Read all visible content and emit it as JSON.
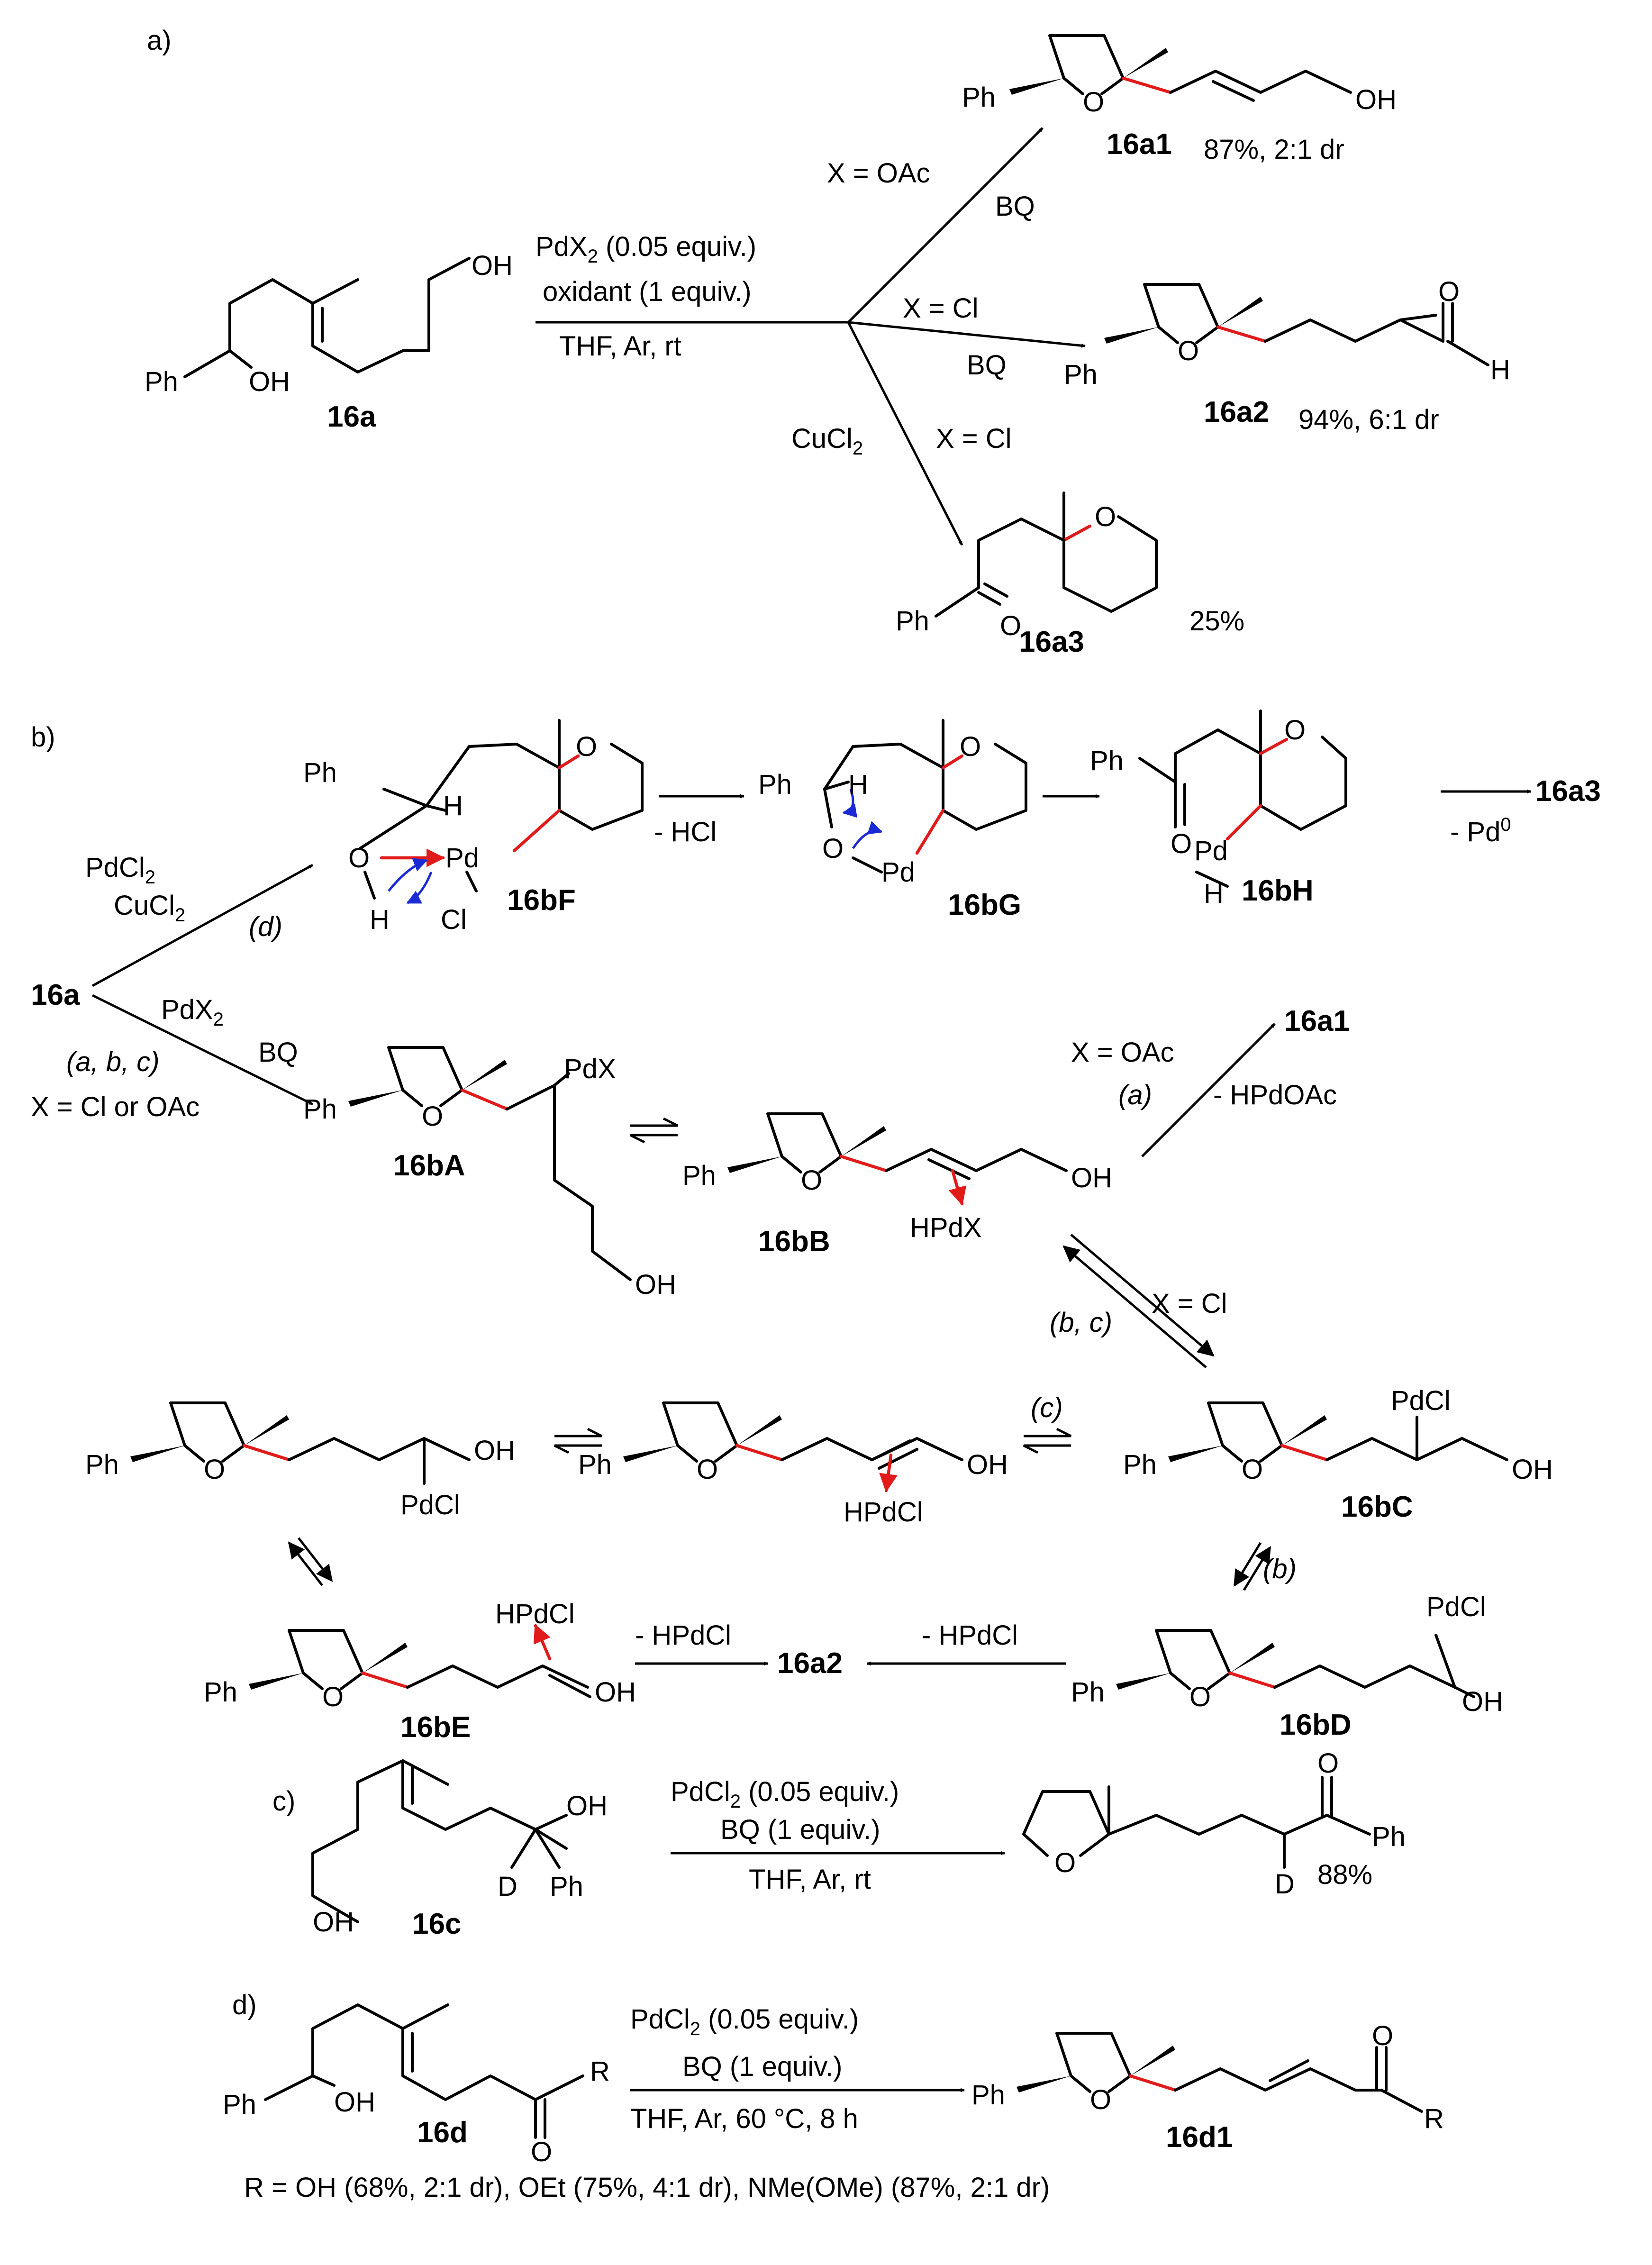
{
  "panels": {
    "a": "a)",
    "b": "b)",
    "c": "c)",
    "d": "d)"
  },
  "atoms": {
    "Ph": "Ph",
    "O": "O",
    "OH": "OH",
    "H": "H",
    "D": "D",
    "R": "R",
    "Pd": "Pd",
    "Cl": "Cl",
    "PdCl": "PdCl",
    "PdX": "PdX",
    "HPdX": "HPdX",
    "HPdCl": "HPdCl"
  },
  "compounds": {
    "c16a": "16a",
    "c16a1": "16a1",
    "c16a2": "16a2",
    "c16a3": "16a3",
    "c16bA": "16bA",
    "c16bB": "16bB",
    "c16bC": "16bC",
    "c16bD": "16bD",
    "c16bE": "16bE",
    "c16bF": "16bF",
    "c16bG": "16bG",
    "c16bH": "16bH",
    "c16c": "16c",
    "c16d": "16d",
    "c16d1": "16d1"
  },
  "yields": {
    "y16a1": "87%, 2:1 dr",
    "y16a2": "94%, 6:1 dr",
    "y16a3": "25%",
    "yc": "88%",
    "yd": "R = OH (68%, 2:1 dr), OEt (75%, 4:1 dr), NMe(OMe) (87%, 2:1 dr)"
  },
  "conditions": {
    "a_cat_pre": "PdX",
    "a_cat_sub": "2",
    "a_cat_post": " (0.05 equiv.)",
    "a_oxidant": "oxidant (1 equiv.)",
    "a_solvent": "THF,  Ar,  rt",
    "a_x_oac": "X = OAc",
    "a_bq": "BQ",
    "a_x_cl": "X = Cl",
    "a_cucl2_pre": "CuCl",
    "a_cucl2_sub": "2",
    "b_pdcl2_pre": "PdCl",
    "b_pdcl2_sub": "2",
    "b_cucl2_pre": "CuCl",
    "b_cucl2_sub": "2",
    "b_d": "(d)",
    "b_pdx2_pre": "PdX",
    "b_pdx2_sub": "2",
    "b_bq": "BQ",
    "b_abc": "(a, b, c)",
    "b_xcloac": "X = Cl or OAc",
    "b_hcl": "- HCl",
    "b_pd0_pre": "- Pd",
    "b_pd0_sup": "0",
    "b_xoac": "X = OAc",
    "b_a": "(a)",
    "b_hpdoac": "- HPdOAc",
    "b_bc": "(b, c)",
    "b_xcl": "X = Cl",
    "b_c": "(c)",
    "b_b": "(b)",
    "b_hpdcl": "- HPdCl",
    "c_cat_pre": "PdCl",
    "c_cat_sub": "2",
    "c_cat_post": " (0.05 equiv.)",
    "c_bq": "BQ (1 equiv.)",
    "c_solvent": "THF,  Ar,  rt",
    "d_cat_pre": "PdCl",
    "d_cat_sub": "2",
    "d_cat_post": " (0.05 equiv.)",
    "d_bq": "BQ (1 equiv.)",
    "d_solvent": "THF,  Ar,  60 °C,  8 h"
  },
  "colors": {
    "bond": "#000000",
    "new_bond": "#e11a1a",
    "electron_arrow": "#1a2bd6",
    "background": "#ffffff"
  }
}
